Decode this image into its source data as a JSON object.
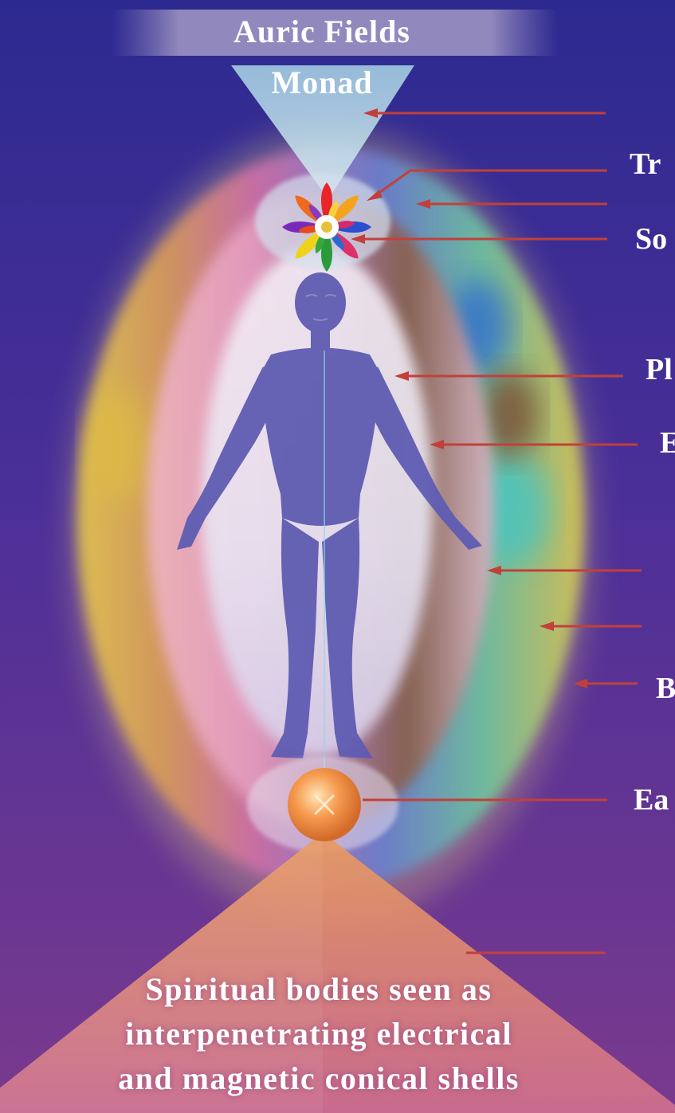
{
  "title": "Auric Fields",
  "cone_label": "Monad",
  "side_labels": [
    "Tr",
    "So",
    "Pl",
    "E",
    "B",
    "Ea"
  ],
  "caption_lines": [
    "Spiritual bodies seen as",
    "interpenetrating  electrical",
    "and magnetic conical shells"
  ],
  "colors": {
    "background_top": "#2f2a8e",
    "background_bottom": "#7a3a8e",
    "pointer_arrow": "#c2403a",
    "body": "#5f5cb2",
    "earth_orb": "#f19a52",
    "pyramid": "#e2936a"
  },
  "icons": [
    "lotus-flower-icon",
    "earth-orb-icon"
  ]
}
